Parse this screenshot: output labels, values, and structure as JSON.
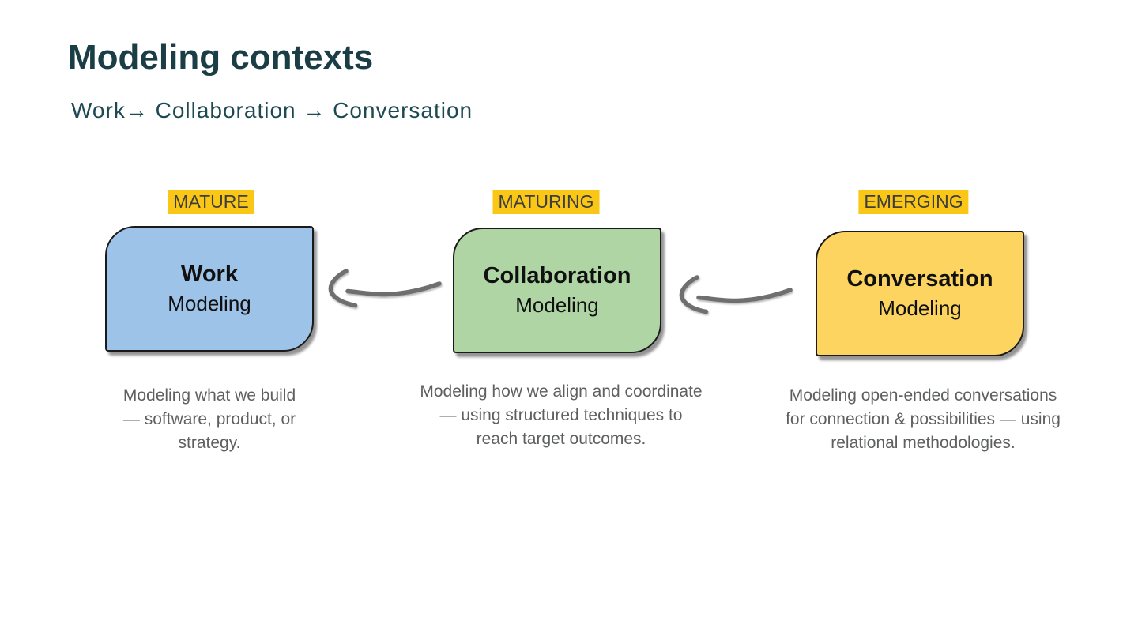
{
  "slide": {
    "title": "Modeling contexts",
    "subtitle": "Work→ Collaboration → Conversation"
  },
  "colors": {
    "title_text": "#1b3e46",
    "subtitle_text": "#1d4a52",
    "label_highlight_bg": "#fac717",
    "label_text": "#3e3e3e",
    "box_border": "#1a1a1a",
    "box_text": "#101010",
    "description_text": "#5e5f60",
    "arrow_stroke": "#6f6f6f",
    "background": "#ffffff"
  },
  "stages": [
    {
      "maturity": "MATURE",
      "name": "Work",
      "subname": "Modeling",
      "box_color": "#9ec3e8",
      "description_lines": [
        "Modeling what we build",
        "— software, product, or",
        "strategy."
      ],
      "description": "Modeling what we build — software, product, or strategy."
    },
    {
      "maturity": "MATURING",
      "name": "Collaboration",
      "subname": "Modeling",
      "box_color": "#afd5a5",
      "description_lines": [
        "Modeling how we align and coordinate",
        "— using structured techniques to",
        "reach target outcomes."
      ],
      "description": "Modeling how we align and coordinate — using structured techniques to reach target outcomes."
    },
    {
      "maturity": "EMERGING",
      "name": "Conversation",
      "subname": "Modeling",
      "box_color": "#fcd45f",
      "description_lines": [
        "Modeling open-ended conversations",
        "for connection & possibilities — using",
        "relational methodologies."
      ],
      "description": "Modeling open-ended conversations for connection & possibilities — using relational methodologies."
    }
  ],
  "arrows": [
    {
      "icon": "curved-left-arrow",
      "from": "Collaboration",
      "to": "Work"
    },
    {
      "icon": "curved-left-arrow",
      "from": "Conversation",
      "to": "Collaboration"
    }
  ]
}
